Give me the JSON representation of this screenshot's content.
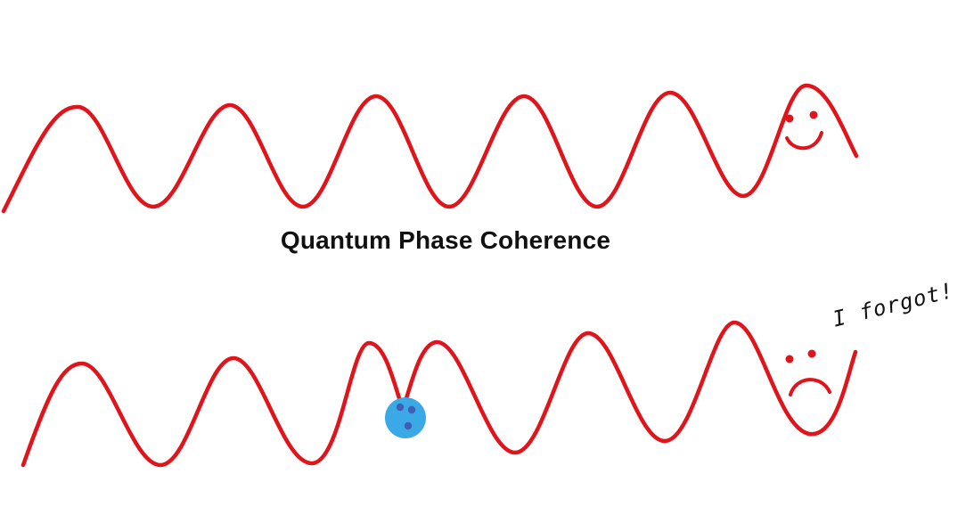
{
  "diagram": {
    "title": "Quantum Phase Coherence",
    "note": "I forgot!",
    "colors": {
      "wave": "#e0141b",
      "face": "#e0141b",
      "particle": "#3aa9e6",
      "particle_dots": "#3f5fb4",
      "text": "#111111"
    },
    "top_wave": {
      "name": "coherent-wave",
      "face": "smile-icon"
    },
    "bottom_wave": {
      "name": "decohered-wave",
      "face": "frown-icon",
      "defect": "particle-icon"
    }
  }
}
